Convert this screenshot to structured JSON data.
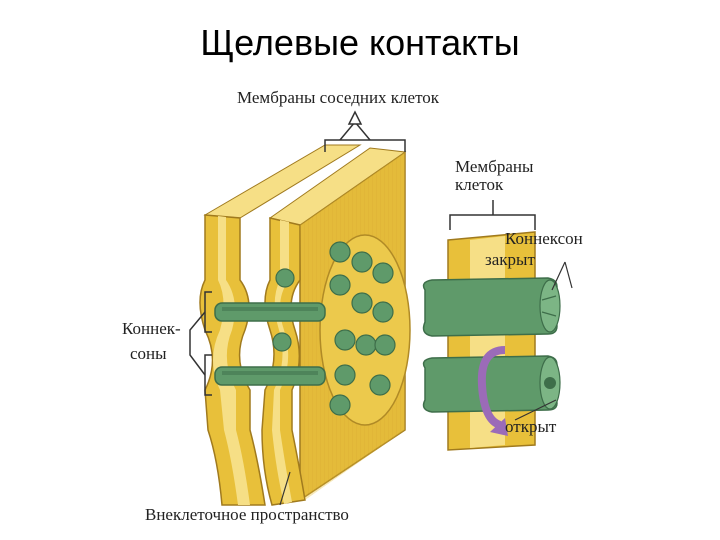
{
  "title": "Щелевые контакты",
  "labels": {
    "neighbor_membranes": "Мембраны соседних клеток",
    "cell_membranes_line1": "Мембраны",
    "cell_membranes_line2": "клеток",
    "connexon": "Коннексон",
    "closed": "закрыт",
    "open": "открыт",
    "connexons_line1": "Коннек-",
    "connexons_line2": "соны",
    "extracellular": "Внеклеточное пространство"
  },
  "colors": {
    "membrane_yellow": "#e8c03a",
    "membrane_light": "#f6df86",
    "membrane_dark": "#c9962a",
    "connexon_green": "#5f9a6a",
    "connexon_dark": "#3e6e4a",
    "arrow_purple": "#9b6bb8"
  }
}
